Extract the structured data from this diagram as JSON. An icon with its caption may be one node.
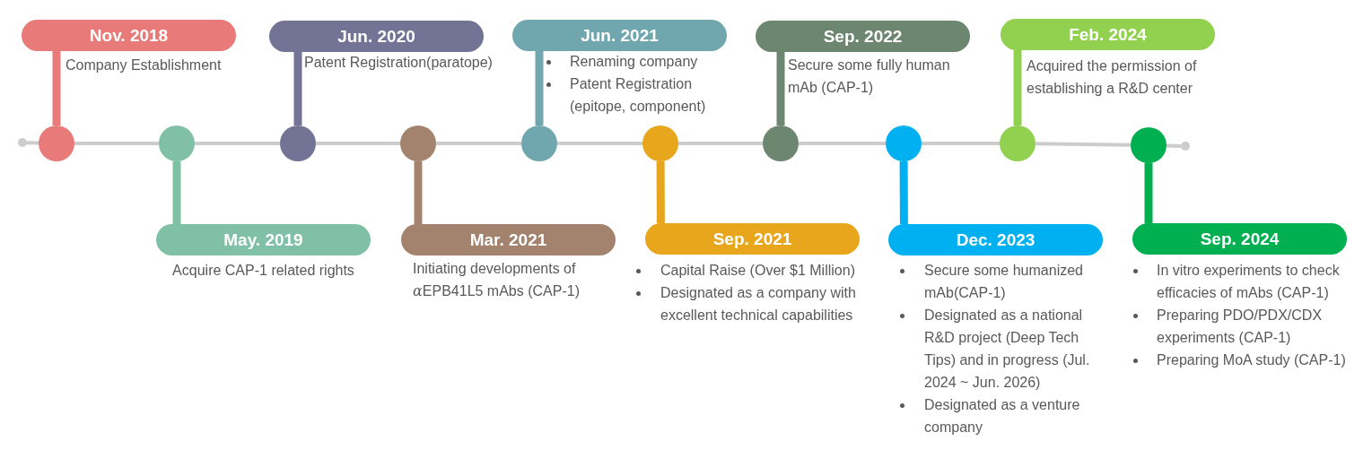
{
  "diagram": {
    "nodes": [
      {
        "text": [
          "Nov. 2018"
        ],
        "beside": [
          "Company Establishment"
        ]
      },
      {
        "text": [
          "May. 2019"
        ],
        "beside": [
          "Acquire CAP-1 related rights"
        ]
      },
      {
        "text": [
          "Jun. 2020"
        ],
        "beside": [
          "Patent Registration(paratope)"
        ]
      },
      {
        "text": [
          "Mar. 2021"
        ],
        "beside": [
          "Initiating developments of αEPB41L5 mAbs (CAP-1)"
        ]
      },
      {
        "text": [
          "Jun. 2021"
        ],
        "beside": [
          "Renaming company",
          "Patent Registration (epitope, component)"
        ]
      },
      {
        "text": [
          "Sep. 2021"
        ],
        "beside": [
          "Capital Raise (Over $1 Million)",
          "Designated as a company with excellent technical capabilities"
        ]
      },
      {
        "text": [
          "Sep. 2022"
        ],
        "beside": [
          "Secure some fully human mAb (CAP-1)"
        ]
      },
      {
        "text": [
          "Dec. 2023"
        ],
        "beside": [
          "Secure some humanized mAb(CAP-1)",
          "Designated as a national R&D project (Deep Tech Tips) and in progress (Jul. 2024 ~ Jun. 2026)",
          "Designated as a venture company"
        ]
      },
      {
        "text": [
          "Feb. 2024"
        ],
        "beside": [
          "Acquired the permission of establishing a R&D center"
        ]
      },
      {
        "text": [
          "Sep. 2024"
        ],
        "beside": [
          "In vitro experiments to check efficacies of mAbs (CAP-1)",
          "Preparing PDO/PDX/CDX experiments (CAP-1)",
          "Preparing MoA study (CAP-1)"
        ]
      },
      {
        "text": [],
        "shape": "circle"
      },
      {
        "text": [],
        "shape": "circle"
      },
      {
        "text": [],
        "shape": "circle"
      },
      {
        "text": [],
        "shape": "circle"
      },
      {
        "text": [],
        "shape": "circle"
      },
      {
        "text": [],
        "shape": "circle"
      },
      {
        "text": [],
        "shape": "circle"
      },
      {
        "text": [],
        "shape": "circle"
      },
      {
        "text": [],
        "shape": "circle"
      },
      {
        "text": [],
        "shape": "circle"
      },
      {
        "text": [],
        "shape": "circle"
      },
      {
        "text": [],
        "shape": "circle"
      }
    ],
    "edges": [
      {
        "from": 0,
        "to": 11,
        "arrow": "none",
        "style": "thick",
        "color": "#e87a7a"
      },
      {
        "from": 1,
        "to": 12,
        "arrow": "none",
        "style": "thick",
        "color": "#80c0a6"
      },
      {
        "from": 2,
        "to": 13,
        "arrow": "none",
        "style": "thick",
        "color": "#737396"
      },
      {
        "from": 3,
        "to": 14,
        "arrow": "none",
        "style": "thick",
        "color": "#a3836e"
      },
      {
        "from": 4,
        "to": 15,
        "arrow": "none",
        "style": "thick",
        "color": "#70a7ae"
      },
      {
        "from": 5,
        "to": 16,
        "arrow": "none",
        "style": "thick",
        "color": "#e8a61c"
      },
      {
        "from": 6,
        "to": 17,
        "arrow": "none",
        "style": "thick",
        "color": "#6c866f"
      },
      {
        "from": 7,
        "to": 18,
        "arrow": "none",
        "style": "thick",
        "color": "#00b0f0"
      },
      {
        "from": 8,
        "to": 19,
        "arrow": "none",
        "style": "thick",
        "color": "#92d050"
      },
      {
        "from": 9,
        "to": 20,
        "arrow": "none",
        "style": "thick",
        "color": "#00b050"
      },
      {
        "from": 10,
        "to": 11,
        "arrow": "none"
      },
      {
        "from": 11,
        "to": 12,
        "arrow": "none"
      },
      {
        "from": 12,
        "to": 13,
        "arrow": "none"
      },
      {
        "from": 13,
        "to": 14,
        "arrow": "none"
      },
      {
        "from": 14,
        "to": 15,
        "arrow": "none"
      },
      {
        "from": 15,
        "to": 16,
        "arrow": "none"
      },
      {
        "from": 16,
        "to": 17,
        "arrow": "none"
      },
      {
        "from": 17,
        "to": 18,
        "arrow": "none"
      },
      {
        "from": 18,
        "to": 19,
        "arrow": "none"
      },
      {
        "from": 19,
        "to": 20,
        "arrow": "none"
      },
      {
        "from": 20,
        "to": 21,
        "arrow": "none"
      }
    ]
  }
}
